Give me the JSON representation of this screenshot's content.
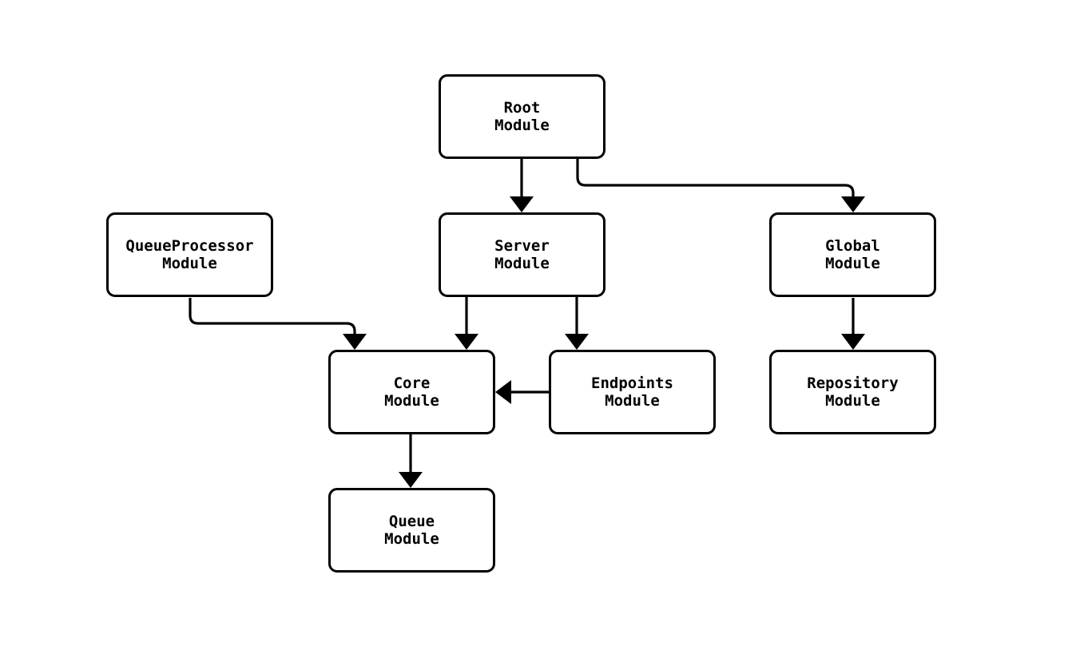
{
  "diagram": {
    "type": "module-dependency-flowchart",
    "direction": "top-down",
    "colors": {
      "background": "#ffffff",
      "node_fill": "#ffffff",
      "node_border": "#000000",
      "text": "#000000",
      "edge": "#000000"
    },
    "nodes": [
      {
        "id": "root",
        "line1": "Root",
        "line2": "Module"
      },
      {
        "id": "queueprocessor",
        "line1": "QueueProcessor",
        "line2": "Module"
      },
      {
        "id": "server",
        "line1": "Server",
        "line2": "Module"
      },
      {
        "id": "global",
        "line1": "Global",
        "line2": "Module"
      },
      {
        "id": "core",
        "line1": "Core",
        "line2": "Module"
      },
      {
        "id": "endpoints",
        "line1": "Endpoints",
        "line2": "Module"
      },
      {
        "id": "repository",
        "line1": "Repository",
        "line2": "Module"
      },
      {
        "id": "queue",
        "line1": "Queue",
        "line2": "Module"
      }
    ],
    "edges": [
      {
        "from": "Root Module",
        "to": "Server Module"
      },
      {
        "from": "Root Module",
        "to": "Global Module"
      },
      {
        "from": "QueueProcessor Module",
        "to": "Core Module"
      },
      {
        "from": "Server Module",
        "to": "Core Module"
      },
      {
        "from": "Server Module",
        "to": "Endpoints Module"
      },
      {
        "from": "Endpoints Module",
        "to": "Core Module"
      },
      {
        "from": "Global Module",
        "to": "Repository Module"
      },
      {
        "from": "Core Module",
        "to": "Queue Module"
      }
    ]
  }
}
